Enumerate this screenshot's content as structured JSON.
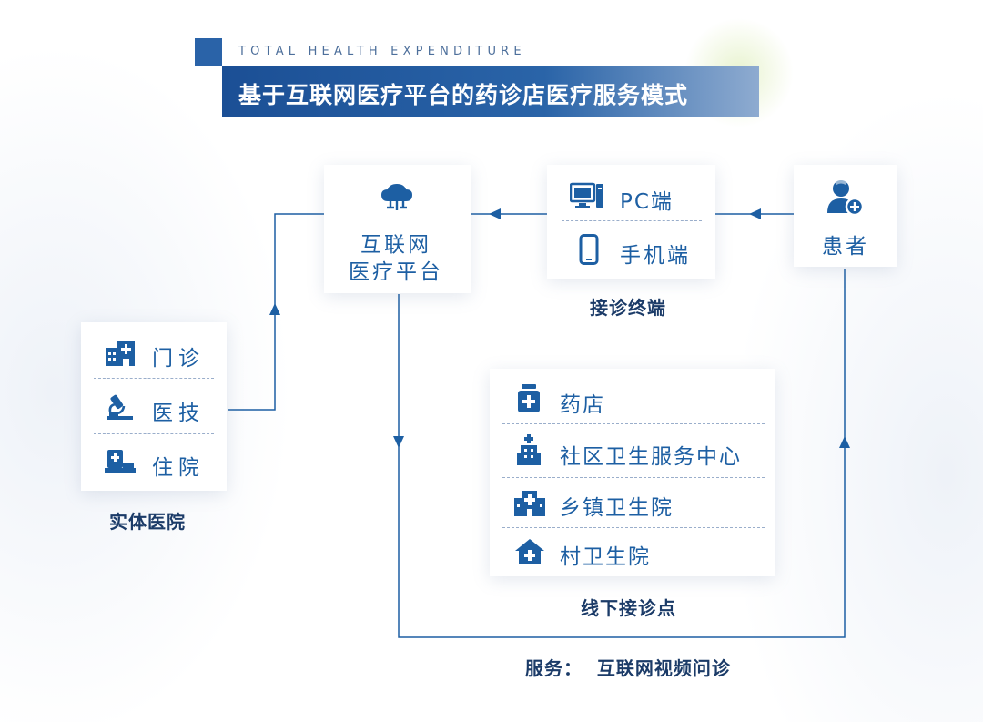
{
  "header": {
    "subtitle": "TOTAL HEALTH EXPENDITURE",
    "title": "基于互联网医疗平台的药诊店医疗服务模式"
  },
  "platform": {
    "line1": "互联网",
    "line2": "医疗平台"
  },
  "terminals": {
    "pc": "PC端",
    "mobile": "手机端",
    "caption": "接诊终端"
  },
  "patient": {
    "label": "患者"
  },
  "hospital": {
    "items": [
      "门诊",
      "医技",
      "住院"
    ],
    "caption": "实体医院"
  },
  "offline": {
    "items": [
      "药店",
      "社区卫生服务中心",
      "乡镇卫生院",
      "村卫生院"
    ],
    "caption": "线下接诊点"
  },
  "service": {
    "label": "服务：  互联网视频问诊"
  },
  "colors": {
    "accent": "#1d5fa3",
    "title_bar": "#1b4f95",
    "caption": "#1b3b68"
  },
  "icons": [
    "cloud-network-icon",
    "desktop-pc-icon",
    "smartphone-icon",
    "patient-add-icon",
    "hospital-building-icon",
    "microscope-icon",
    "hospital-bed-icon",
    "medicine-bottle-icon",
    "community-center-icon",
    "clinic-cross-icon",
    "home-cross-icon"
  ]
}
